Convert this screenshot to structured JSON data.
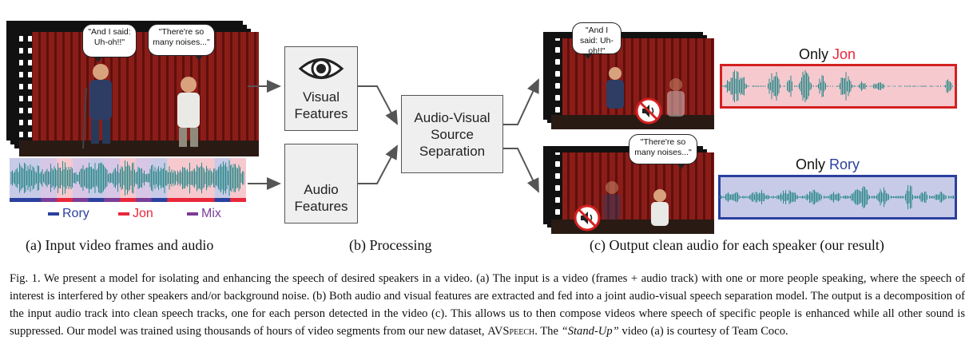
{
  "figure": {
    "panel_a": {
      "label": "(a) Input video frames and audio",
      "bubble_left": "\"And I said: Uh-oh!!\"",
      "bubble_right": "\"There're so many noises...\"",
      "legend": [
        {
          "name": "Rory",
          "color": "#2b3f9e"
        },
        {
          "name": "Jon",
          "color": "#e8283a"
        },
        {
          "name": "Mix",
          "color": "#7a3d98"
        }
      ],
      "segments": [
        "Rory",
        "Rory",
        "Mix",
        "Jon",
        "Mix",
        "Rory",
        "Mix",
        "Jon",
        "Mix",
        "Rory",
        "Jon",
        "Jon",
        "Jon",
        "Rory",
        "Jon"
      ]
    },
    "panel_b": {
      "label": "(b) Processing",
      "visual_features": "Visual Features",
      "audio_features": "Audio Features",
      "separation": "Audio-Visual Source Separation"
    },
    "panel_c": {
      "label": "(c) Output clean audio for each speaker (our result)",
      "bubble_top": "\"And I said: Uh-oh!!\"",
      "bubble_bottom": "\"There're so many noises...\"",
      "only_prefix": "Only",
      "speaker_top": "Jon",
      "speaker_top_color": "#e8283a",
      "speaker_bottom": "Rory",
      "speaker_bottom_color": "#2b3f9e"
    },
    "colors": {
      "wave": "#2d8a8a",
      "jon_bg": "#f6c9cf",
      "rory_bg": "#c7cbe8",
      "mix_bg": "#d8c6e6",
      "stage": "#7b1a17"
    }
  },
  "caption": {
    "fig": "Fig. 1.",
    "text_1": "We present a model for isolating and enhancing the speech of desired speakers in a video. (a) The input is a video (frames + audio track) with one or more people speaking, where the speech of interest is interfered by other speakers and/or background noise. (b) Both audio and visual features are extracted and fed into a joint audio-visual speech separation model. The output is a decomposition of the input audio track into clean speech tracks, one for each person detected in the video (c). This allows us to then compose videos where speech of specific people is enhanced while all other sound is suppressed. Our model was trained using thousands of hours of video segments from our new dataset, ",
    "dataset": "AVSpeech",
    "text_2": ". The ",
    "video_name": "“Stand-Up”",
    "text_3": " video (a) is courtesy of Team Coco."
  }
}
